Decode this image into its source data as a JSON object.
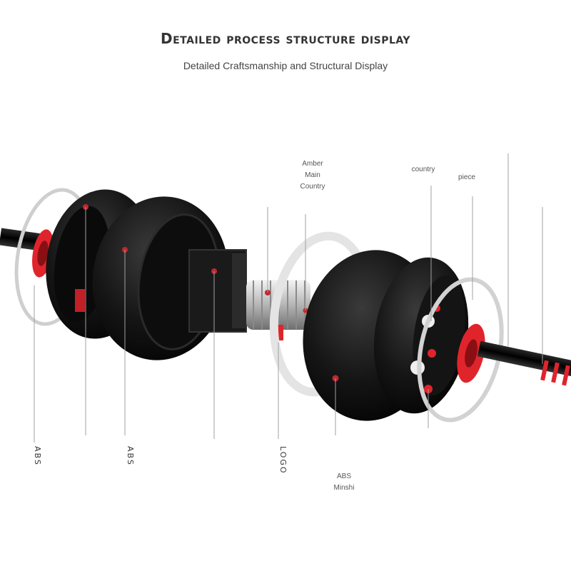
{
  "header": {
    "title": "Detailed process structure display",
    "subtitle": "Detailed Craftsmanship and Structural Display"
  },
  "callouts": {
    "top": [
      {
        "id": "amber",
        "text": "Amber\nMain\nCountry"
      },
      {
        "id": "country",
        "text": "country"
      },
      {
        "id": "piece",
        "text": "piece"
      },
      {
        "id": "top-left-cjk",
        "text": ""
      },
      {
        "id": "top-right-cjk-1",
        "text": ""
      },
      {
        "id": "top-right-cjk-2",
        "text": ""
      }
    ],
    "bottom": [
      {
        "id": "abs-bottom-1",
        "text": "ABS"
      },
      {
        "id": "bottom-2",
        "text": ""
      },
      {
        "id": "abs-bottom-3",
        "text": "ABS"
      },
      {
        "id": "bottom-4",
        "text": ""
      },
      {
        "id": "logo-bottom",
        "text": "LOGO"
      },
      {
        "id": "abs-minshi",
        "text": "ABS\nMinshi"
      },
      {
        "id": "bottom-7",
        "text": ""
      }
    ]
  },
  "colors": {
    "body": "#111111",
    "accent_red": "#e0242c",
    "spring": "#c8c8c8",
    "ring": "#bdbdbd",
    "leader": "#999999"
  }
}
